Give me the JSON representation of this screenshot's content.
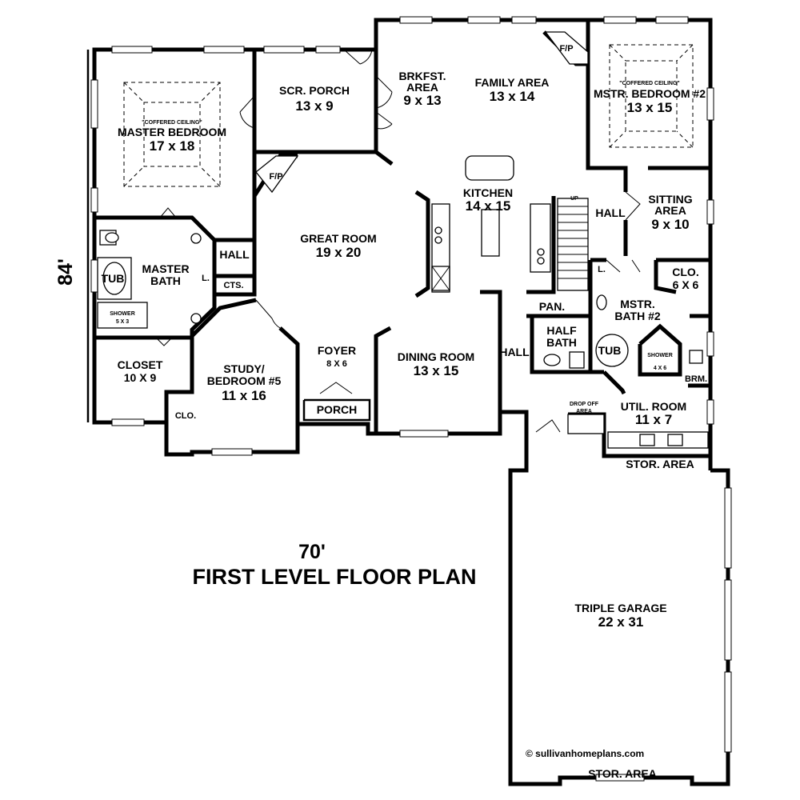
{
  "plan": {
    "title": "FIRST LEVEL FLOOR PLAN",
    "width_dim": "70'",
    "depth_dim": "84'",
    "copyright": "© sullivanhomeplans.com"
  },
  "rooms": {
    "master_bedroom": {
      "name": "MASTER BEDROOM",
      "dims": "17 x 18",
      "note": "\"COFFERED CEILING\""
    },
    "scr_porch": {
      "name": "SCR. PORCH",
      "dims": "13 x 9"
    },
    "brkfst": {
      "name_line1": "BRKFST.",
      "name_line2": "AREA",
      "dims": "9 x 13"
    },
    "family": {
      "name": "FAMILY AREA",
      "dims": "13 x 14"
    },
    "mstr_bedroom2": {
      "name": "MSTR. BEDROOM #2",
      "dims": "13 x 15",
      "note": "\"COFFERED CEILING\""
    },
    "kitchen": {
      "name": "KITCHEN",
      "dims": "14 x 15"
    },
    "great_room": {
      "name": "GREAT ROOM",
      "dims": "19 x 20"
    },
    "sitting": {
      "name": "SITTING",
      "name2": "AREA",
      "dims": "9 x 10"
    },
    "master_bath": {
      "name_line1": "MASTER",
      "name_line2": "BATH"
    },
    "closet": {
      "name": "CLOSET",
      "dims": "10 X 9"
    },
    "study": {
      "name_line1": "STUDY/",
      "name_line2": "BEDROOM #5",
      "dims": "11 x 16"
    },
    "foyer": {
      "name": "FOYER",
      "dims": "8 X 6"
    },
    "dining": {
      "name": "DINING ROOM",
      "dims": "13 x 15"
    },
    "half_bath": {
      "name_line1": "HALF",
      "name_line2": "BATH"
    },
    "mstr_bath2": {
      "name_line1": "MSTR.",
      "name_line2": "BATH #2"
    },
    "clo2": {
      "name": "CLO.",
      "dims": "6 X 6"
    },
    "util": {
      "name": "UTIL. ROOM",
      "dims": "11 x 7"
    },
    "garage": {
      "name": "TRIPLE GARAGE",
      "dims": "22 x 31"
    }
  },
  "labels": {
    "fp": "F/P",
    "hall": "HALL",
    "tub": "TUB",
    "shower": "SHOWER",
    "shower_dims1": "5 X 3",
    "shower_dims2": "4 X 6",
    "linen": "L.",
    "cts": "CTS.",
    "clo": "CLO.",
    "porch": "PORCH",
    "pan": "PAN.",
    "brm": "BRM.",
    "drop_off": "DROP OFF",
    "drop_off2": "AREA",
    "stor": "STOR. AREA",
    "up": "UP"
  }
}
